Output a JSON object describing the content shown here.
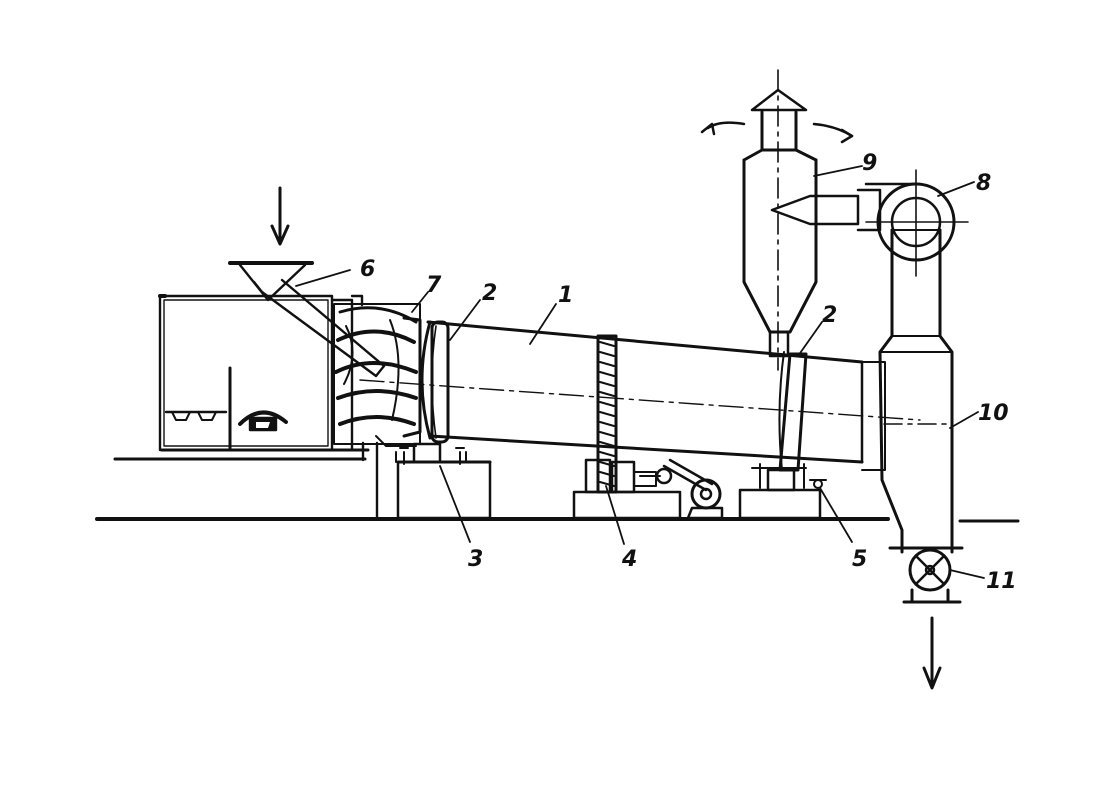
{
  "diagram": {
    "labels": {
      "drum": "1",
      "bandage_left": "2",
      "bandage_right": "2",
      "support_roller": "3",
      "drive": "4",
      "thrust_roller": "5",
      "hopper": "6",
      "nozzle": "7",
      "fan": "8",
      "cyclone": "9",
      "discharge_chamber": "10",
      "sluice_gate": "11"
    }
  }
}
